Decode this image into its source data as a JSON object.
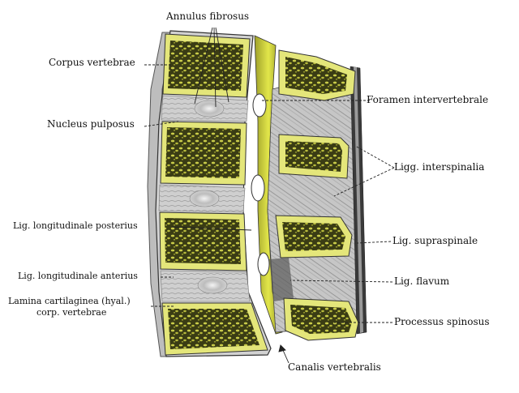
{
  "labels": {
    "annulus_fibrosus": "Annulus fibrosus",
    "corpus_vertebrae": "Corpus vertebrae",
    "nucleus_pulposus": "Nucleus pulposus",
    "lig_long_posterius": "Lig. longitudinale posterius",
    "lig_long_anterius": "Lig. longitudinale anterius",
    "lamina_line1": "Lamina cartilaginea (hyal.)",
    "lamina_line2": "corp. vertebrae",
    "foramen_intervertebrale": "Foramen intervertebrale",
    "ligg_interspinalia": "Ligg. interspinalia",
    "lig_supraspinale": "Lig. supraspinale",
    "lig_flavum": "Lig. flavum",
    "processus_spinosus": "Processus spinosus",
    "canalis_vertebralis": "Canalis vertebralis"
  },
  "colors": {
    "bone_yellow": "#e6e87a",
    "bone_dark": "#2c2e10",
    "disc_gray": "#c8c8c8",
    "canal_yellow": "#d8dc3c",
    "ligament_gray": "#b4b4b4"
  }
}
